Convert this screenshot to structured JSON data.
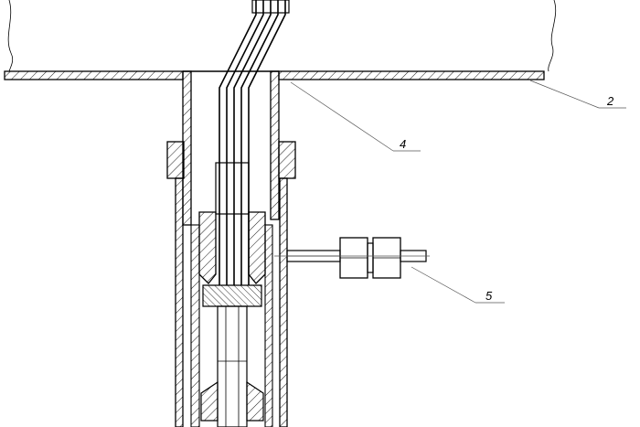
{
  "labels": {
    "callout_2": "2",
    "callout_4": "4",
    "callout_5": "5"
  },
  "colors": {
    "line": "#000000",
    "background": "#ffffff",
    "hatch": "#000000"
  }
}
